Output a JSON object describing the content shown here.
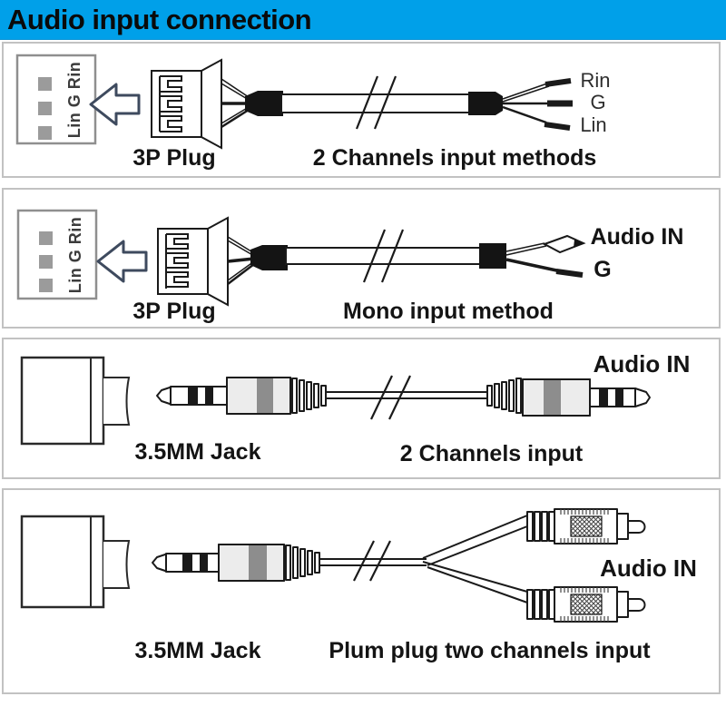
{
  "header": {
    "title": "Audio input connection",
    "bg_color": "#00A0E9",
    "text_color": "#0a0a0a"
  },
  "sections": [
    {
      "connector_label": "3P Plug",
      "method_label": "2 Channels input methods",
      "socket_pin_text": "Lin G Rin",
      "wire_labels": [
        "Rin",
        "G",
        "Lin"
      ]
    },
    {
      "connector_label": "3P Plug",
      "method_label": "Mono input method",
      "socket_pin_text": "Lin G Rin",
      "wire_labels": [
        "Audio IN",
        "G"
      ]
    },
    {
      "connector_label": "3.5MM Jack",
      "method_label": "2 Channels input",
      "wire_labels": [
        "Audio IN"
      ]
    },
    {
      "connector_label": "3.5MM Jack",
      "method_label": "Plum plug two channels input",
      "wire_labels": [
        "Audio IN"
      ]
    }
  ],
  "colors": {
    "accent": "#00A0E9",
    "line": "#1a1a1a",
    "panel_border": "#c2c2c2",
    "sleeve": "#141414",
    "metal_band": "#8d8d8d",
    "pin_square": "#9b9b9b",
    "arrow_outline": "#3e4a5e"
  }
}
